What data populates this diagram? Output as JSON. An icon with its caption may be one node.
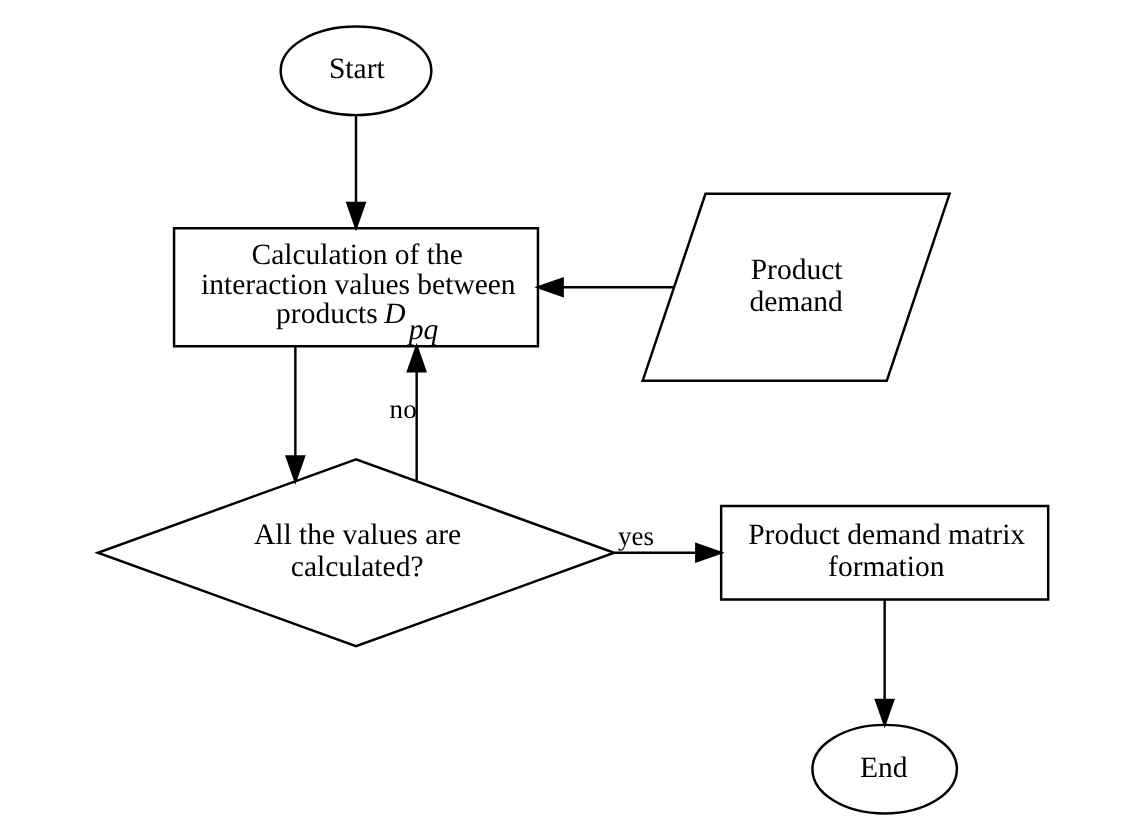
{
  "diagram": {
    "nodes": [
      {
        "text": [
          "Start"
        ]
      },
      {
        "text": [
          "Calculation of the interaction values between products *D*$_{pq}$"
        ]
      },
      {
        "text": [
          "Product demand"
        ]
      },
      {
        "text": [
          "All the values are calculated?"
        ]
      },
      {
        "text": [
          "Product demand matrix formation"
        ]
      },
      {
        "text": [
          "End"
        ]
      }
    ],
    "edges": [
      {
        "from": 0,
        "to": 1,
        "arrow": "to"
      },
      {
        "from": 2,
        "to": 1,
        "arrow": "to"
      },
      {
        "from": 1,
        "to": 3,
        "arrow": "to"
      },
      {
        "from": 3,
        "to": 1,
        "label": "no",
        "arrow": "to"
      },
      {
        "from": 3,
        "to": 4,
        "label": "yes",
        "arrow": "to"
      },
      {
        "from": 4,
        "to": 5,
        "arrow": "to"
      }
    ]
  }
}
